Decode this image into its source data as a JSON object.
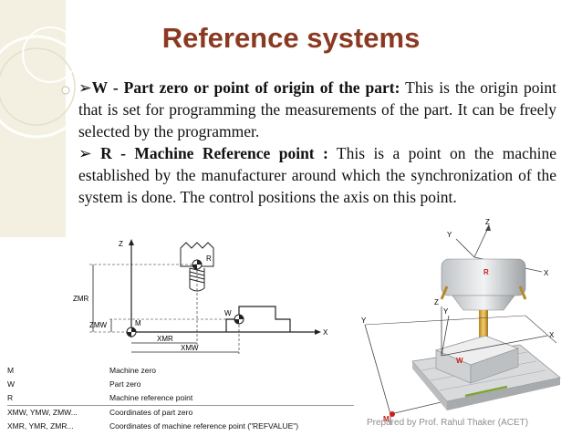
{
  "slide": {
    "title": "Reference systems",
    "bullets": [
      {
        "marker": "➢",
        "term": "W - Part zero or point of origin of the part:",
        "text": " This is the origin point that is set for programming the measurements of the part. It can be freely selected by the programmer."
      },
      {
        "marker": "➢ ",
        "term": "R - Machine Reference point :",
        "text": " This is a point on the machine established by the manufacturer around which the synchronization of the system is done. The control positions the axis on this point."
      }
    ],
    "credit": "Prepared by Prof. Rahul Thaker (ACET)"
  },
  "left_diagram": {
    "labels": {
      "z": "Z",
      "x": "X",
      "r": "R",
      "m": "M",
      "w": "W",
      "zmr": "ZMR",
      "zmw": "ZMW",
      "xmr": "XMR",
      "xmw": "XMW"
    }
  },
  "legend": [
    {
      "key": "M",
      "value": "Machine zero"
    },
    {
      "key": "W",
      "value": "Part zero"
    },
    {
      "key": "R",
      "value": "Machine reference point"
    },
    {
      "key": "XMW, YMW, ZMW...",
      "value": "Coordinates of part zero"
    },
    {
      "key": "XMR, YMR, ZMR...",
      "value": "Coordinates of machine reference point (\"REFVALUE\")"
    }
  ],
  "right_diagram": {
    "labels": {
      "z_top": "Z",
      "y_top": "Y",
      "x_top": "X",
      "r": "R",
      "z_mid": "Z",
      "y_mid": "Y",
      "x_mid": "X",
      "w": "W",
      "y_base": "Y",
      "x_base": "X",
      "m": "M"
    }
  },
  "colors": {
    "title": "#8b3a22",
    "accent_red": "#cc1f1a",
    "deco_panel": "#f3f0e2",
    "credit": "#8e8e8e"
  }
}
